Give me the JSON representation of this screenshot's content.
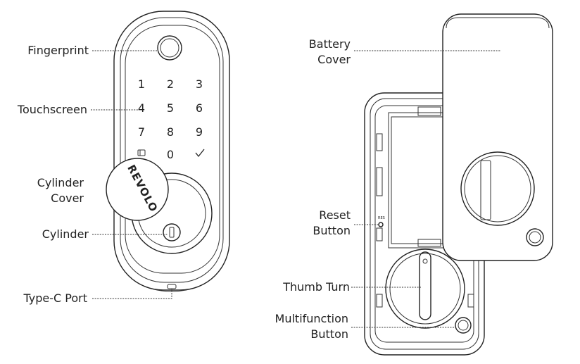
{
  "labels": {
    "fingerprint": "Fingerprint",
    "touchscreen": "Touchscreen",
    "cylinder_cover_1": "Cylinder",
    "cylinder_cover_2": "Cover",
    "cylinder": "Cylinder",
    "type_c_port": "Type-C Port",
    "battery_cover_1": "Battery",
    "battery_cover_2": "Cover",
    "reset_button_1": "Reset",
    "reset_button_2": "Button",
    "thumb_turn": "Thumb Turn",
    "multifunction_button_1": "Multifunction",
    "multifunction_button_2": "Button"
  },
  "keypad": {
    "row1": [
      "1",
      "2",
      "3"
    ],
    "row2": [
      "4",
      "5",
      "6"
    ],
    "row3": [
      "7",
      "8",
      "9"
    ],
    "zero": "0"
  },
  "brand_logo": "REVOLO",
  "reset_marking": "RES"
}
